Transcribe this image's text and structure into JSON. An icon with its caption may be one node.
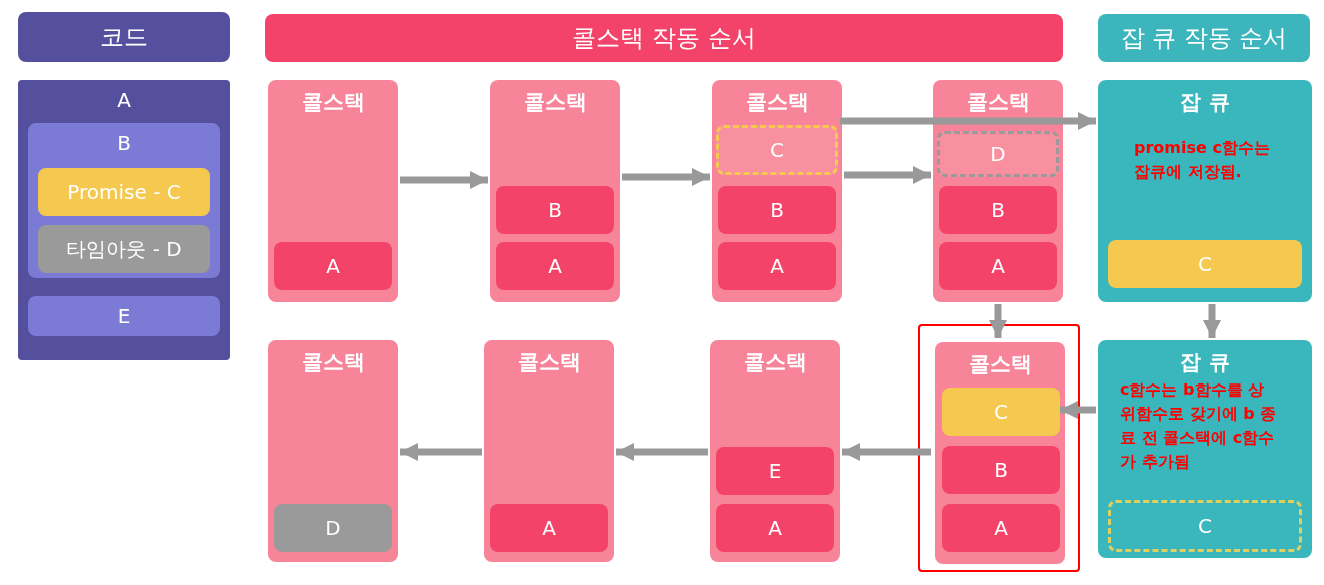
{
  "diagram": {
    "nodes": [
      {
        "text": [
          "코드"
        ]
      },
      {
        "text": [
          "콜스택 작동 순서"
        ]
      },
      {
        "text": [
          "잡 큐 작동 순서"
        ]
      },
      {
        "text": [],
        "shape": "box"
      },
      {
        "text": [
          "A"
        ],
        "in": 3
      },
      {
        "text": [
          "B"
        ],
        "in": 3
      },
      {
        "text": [
          "Promise - C"
        ],
        "in": 5
      },
      {
        "text": [
          "타임아웃 - D"
        ],
        "in": 5
      },
      {
        "text": [
          "E"
        ],
        "in": 3
      },
      {
        "text": [
          "콜스택"
        ]
      },
      {
        "text": [
          "A"
        ],
        "in": 9
      },
      {
        "text": [
          "콜스택"
        ]
      },
      {
        "text": [
          "B"
        ],
        "in": 11
      },
      {
        "text": [
          "A"
        ],
        "in": 11
      },
      {
        "text": [
          "콜스택"
        ]
      },
      {
        "text": [
          "C"
        ],
        "in": 14
      },
      {
        "text": [
          "B"
        ],
        "in": 14
      },
      {
        "text": [
          "A"
        ],
        "in": 14
      },
      {
        "text": [
          "콜스택"
        ]
      },
      {
        "text": [
          "D"
        ],
        "in": 18
      },
      {
        "text": [
          "B"
        ],
        "in": 18
      },
      {
        "text": [
          "A"
        ],
        "in": 18
      },
      {
        "text": [
          "잡 큐",
          "promise c함수는 잡큐에 저장됨."
        ]
      },
      {
        "text": [
          "C"
        ],
        "in": 22
      },
      {
        "text": [
          "콜스택"
        ]
      },
      {
        "text": [
          "D"
        ],
        "in": 24
      },
      {
        "text": [
          "콜스택"
        ]
      },
      {
        "text": [
          "A"
        ],
        "in": 26
      },
      {
        "text": [
          "콜스택"
        ]
      },
      {
        "text": [
          "E"
        ],
        "in": 28
      },
      {
        "text": [
          "A"
        ],
        "in": 28
      },
      {
        "text": [],
        "shape": "box"
      },
      {
        "text": [
          "콜스택"
        ],
        "in": 31
      },
      {
        "text": [
          "C"
        ],
        "in": 32
      },
      {
        "text": [
          "B"
        ],
        "in": 32
      },
      {
        "text": [
          "A"
        ],
        "in": 32
      },
      {
        "text": [
          "잡 큐",
          "c함수는 b함수를 상위함수로 갖기에 b 종료 전 콜스택에 c함수가 추가됨"
        ]
      },
      {
        "text": [
          "C"
        ],
        "in": 36
      }
    ],
    "edges": [
      {
        "from": 9,
        "to": 11,
        "arrow": "to"
      },
      {
        "from": 11,
        "to": 14,
        "arrow": "to"
      },
      {
        "from": 14,
        "to": 18,
        "arrow": "to"
      },
      {
        "from": 15,
        "to": 22,
        "arrow": "to"
      },
      {
        "from": 18,
        "to": 32,
        "arrow": "to"
      },
      {
        "from": 22,
        "to": 36,
        "arrow": "to"
      },
      {
        "from": 36,
        "to": 33,
        "arrow": "to"
      },
      {
        "from": 32,
        "to": 28,
        "arrow": "to"
      },
      {
        "from": 28,
        "to": 26,
        "arrow": "to"
      },
      {
        "from": 26,
        "to": 24,
        "arrow": "to"
      }
    ]
  }
}
